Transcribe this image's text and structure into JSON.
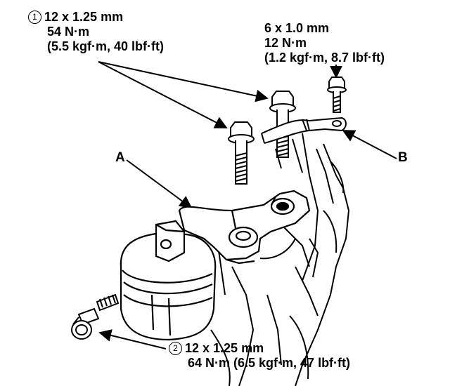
{
  "callout1": {
    "marker": "1",
    "size": "12 x 1.25 mm",
    "torque": "54 N·m",
    "alt": "(5.5 kgf·m, 40 lbf·ft)"
  },
  "callout2": {
    "size": "6 x 1.0 mm",
    "torque": "12 N·m",
    "alt": "(1.2 kgf·m, 8.7 lbf·ft)"
  },
  "callout3": {
    "marker": "2",
    "size": "12 x 1.25 mm",
    "torque": "64 N·m (6.5 kgf·m, 47 lbf·ft)"
  },
  "labels": {
    "a": "A",
    "b": "B"
  }
}
